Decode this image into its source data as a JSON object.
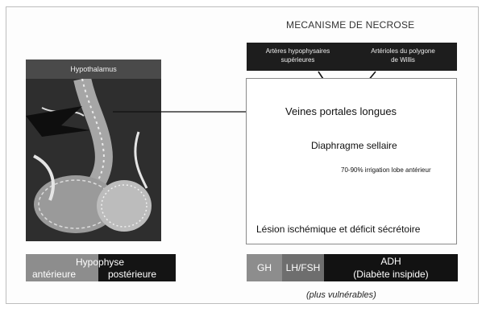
{
  "title": "MECANISME DE NECROSE",
  "top_boxes": {
    "arteres": [
      "Artères hypophysaires",
      "supérieures"
    ],
    "arterioles": [
      "Artérioles du polygone",
      "de Willis"
    ]
  },
  "illustration": {
    "header": "Hypothalamus"
  },
  "mechanism": {
    "veines": "Veines portales longues",
    "diaphragme": "Diaphragme sellaire",
    "irrigation": "70-90% irrigation lobe antérieur",
    "lesion": "Lésion ischémique et déficit sécrétoire"
  },
  "hypophyse": {
    "title": "Hypophyse",
    "anterior": "antérieure",
    "posterior": "postérieure"
  },
  "hormones": {
    "gh": "GH",
    "lh": "LH/FSH",
    "adh": "ADH",
    "adh_note": "(Diabète insipide)"
  },
  "footnote": "(plus vulnérables)",
  "colors": {
    "dark_box": "#1d1d1d",
    "mid_gray": "#8d8d8d",
    "lesion_shape": "#222222"
  }
}
